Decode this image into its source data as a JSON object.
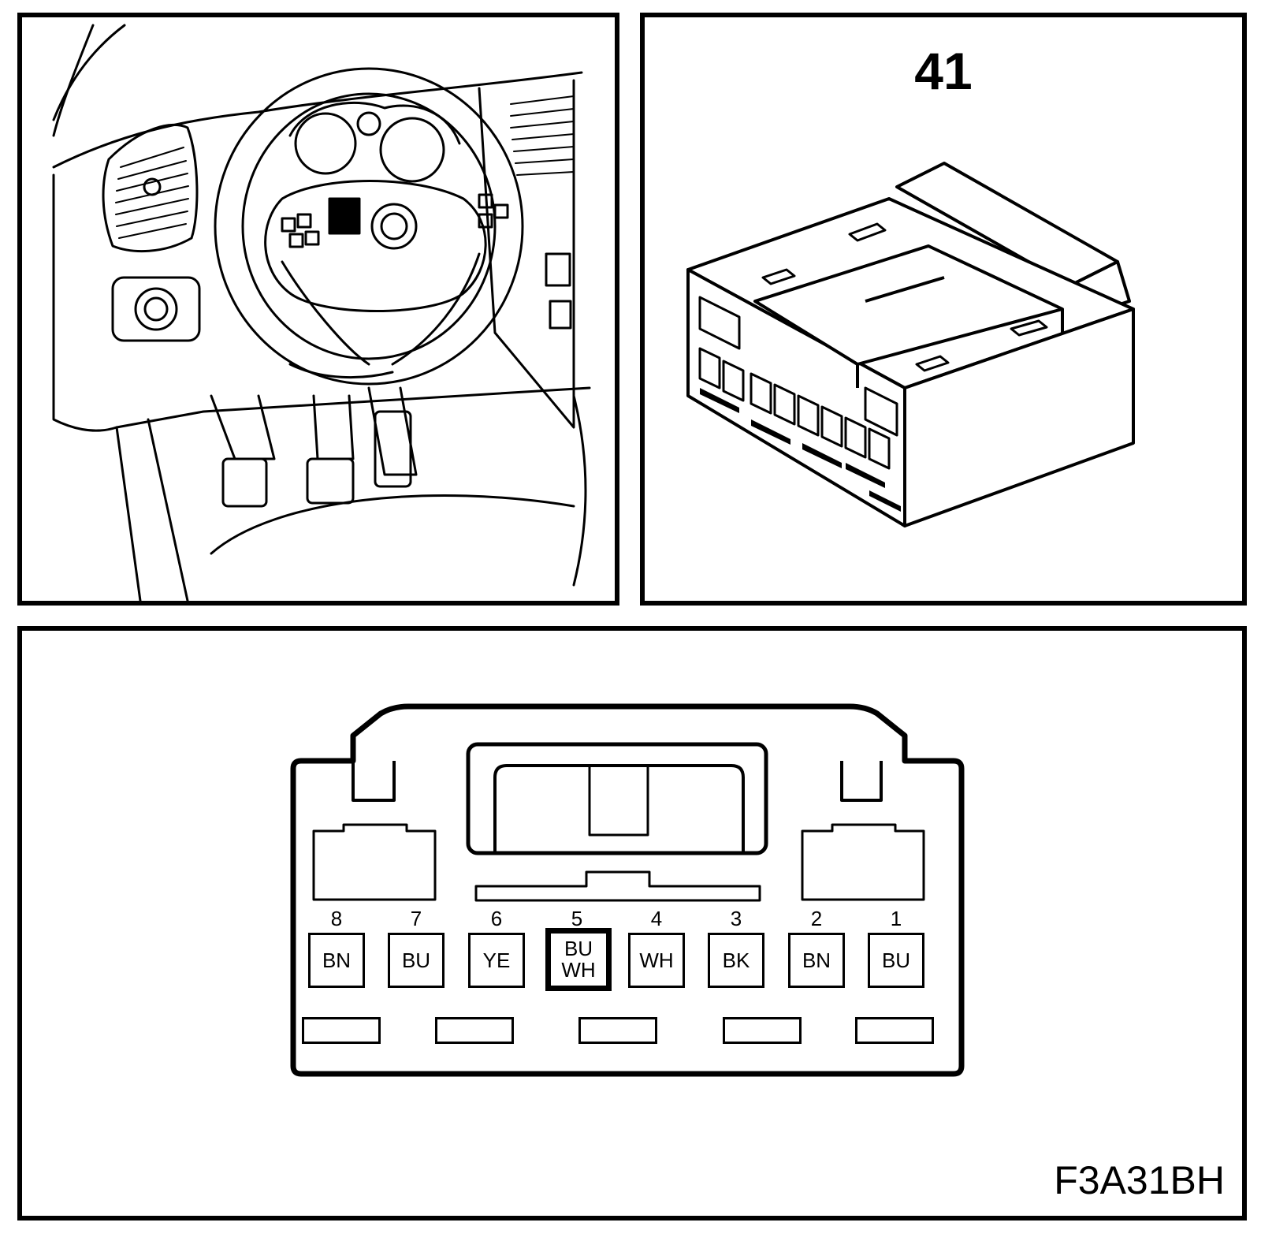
{
  "connector": {
    "number": "41",
    "figure_code": "F3A31BH"
  },
  "pins": [
    {
      "num": "8",
      "color": "BN",
      "highlight": false
    },
    {
      "num": "7",
      "color": "BU",
      "highlight": false
    },
    {
      "num": "6",
      "color": "YE",
      "highlight": false
    },
    {
      "num": "5",
      "color": "BU",
      "color2": "WH",
      "highlight": true
    },
    {
      "num": "4",
      "color": "WH",
      "highlight": false
    },
    {
      "num": "3",
      "color": "BK",
      "highlight": false
    },
    {
      "num": "2",
      "color": "BN",
      "highlight": false
    },
    {
      "num": "1",
      "color": "BU",
      "highlight": false
    }
  ]
}
